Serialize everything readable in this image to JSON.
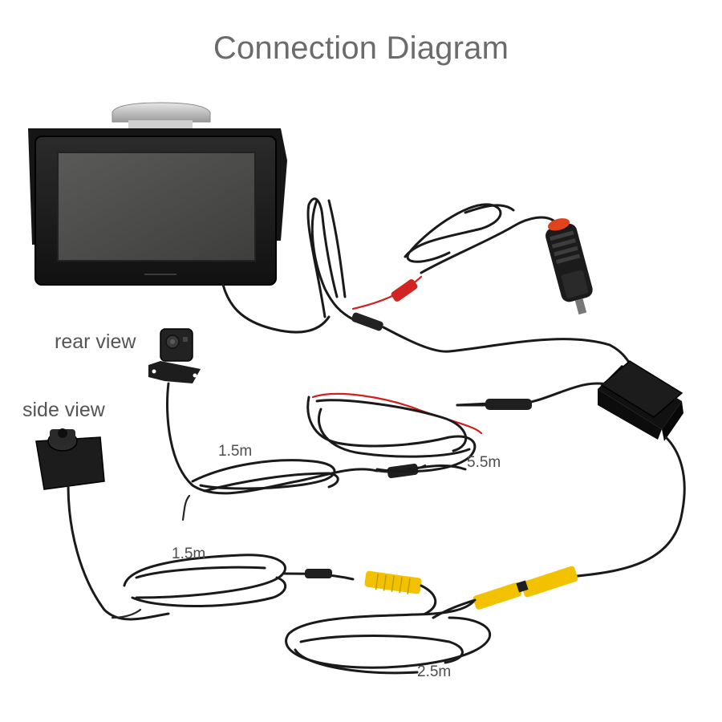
{
  "title": "Connection Diagram",
  "cameras": {
    "rear_label": "rear view",
    "side_label": "side view"
  },
  "cable_lengths": {
    "rear_camera_cable": "1.5m",
    "side_camera_cable": "1.5m",
    "extension_cable": "5.5m",
    "side_extension_cable": "2.5m"
  },
  "colors": {
    "title_text": "#6b6b6b",
    "cable": "#1a1a1a",
    "power_wire": "#d11f1f",
    "rca_connector": "#f2c200",
    "power_plug_tip": "#e0431d"
  }
}
